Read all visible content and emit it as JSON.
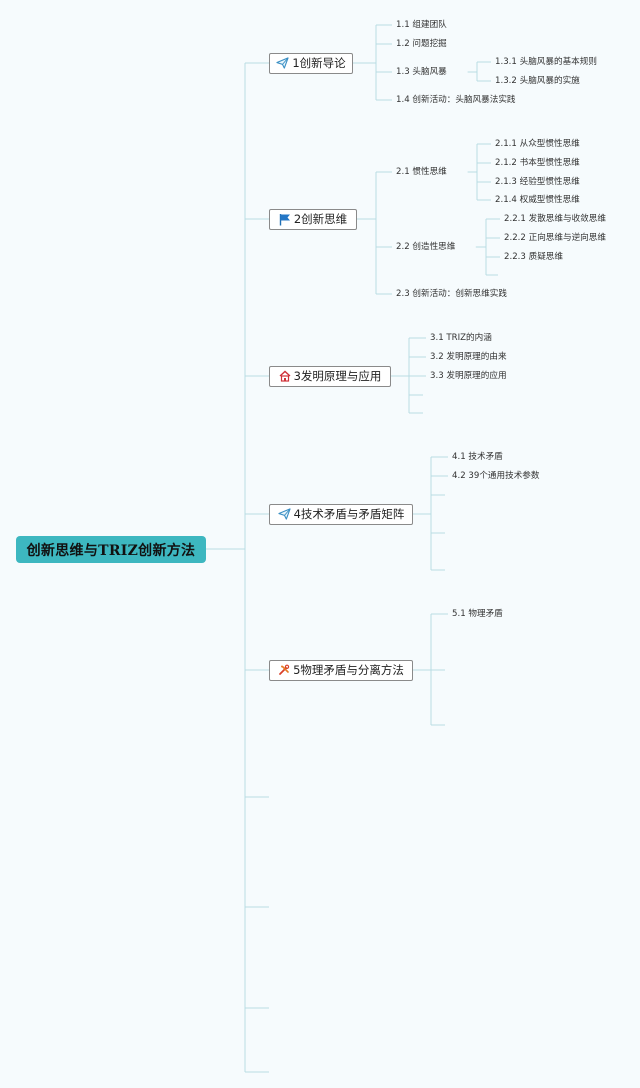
{
  "root": {
    "label": "创新思维与TRIZ创新方法"
  },
  "colors": {
    "root_fill": "#3db7c0",
    "connector": "#b9dce4",
    "branch_border": "#8a8a8a",
    "background": "#f6fbfd"
  },
  "branches": [
    {
      "label": "1创新导论",
      "icon": "paper-plane-icon",
      "children": [
        {
          "label": "1.1 组建团队"
        },
        {
          "label": "1.2 问题挖掘"
        },
        {
          "label": "1.3 头脑风暴",
          "children": [
            {
              "label": "1.3.1 头脑风暴的基本规则"
            },
            {
              "label": "1.3.2 头脑风暴的实施"
            }
          ]
        },
        {
          "label": "1.4 创新活动：头脑风暴法实践"
        }
      ]
    },
    {
      "label": "2创新思维",
      "icon": "flag-icon",
      "children": [
        {
          "label": "2.1 惯性思维",
          "children": [
            {
              "label": "2.1.1 从众型惯性思维"
            },
            {
              "label": "2.1.2 书本型惯性思维"
            },
            {
              "label": "2.1.3 经验型惯性思维"
            },
            {
              "label": "2.1.4 权威型惯性思维"
            }
          ]
        },
        {
          "label": "2.2 创造性思维",
          "children": [
            {
              "label": "2.2.1 发散思维与收敛思维"
            },
            {
              "label": "2.2.2 正向思维与逆向思维"
            },
            {
              "label": "2.2.3 质疑思维"
            }
          ]
        },
        {
          "label": "2.3 创新活动：创新思维实践"
        }
      ]
    },
    {
      "label": "3发明原理与应用",
      "icon": "house-icon",
      "children": [
        {
          "label": "3.1 TRIZ的内涵"
        },
        {
          "label": "3.2 发明原理的由来"
        },
        {
          "label": "3.3 发明原理的应用"
        }
      ]
    },
    {
      "label": "4技术矛盾与矛盾矩阵",
      "icon": "paper-plane-icon",
      "children": [
        {
          "label": "4.1 技术矛盾"
        },
        {
          "label": "4.2 39个通用技术参数"
        }
      ]
    },
    {
      "label": "5物理矛盾与分离方法",
      "icon": "tools-icon",
      "children": [
        {
          "label": "5.1 物理矛盾"
        }
      ]
    }
  ]
}
